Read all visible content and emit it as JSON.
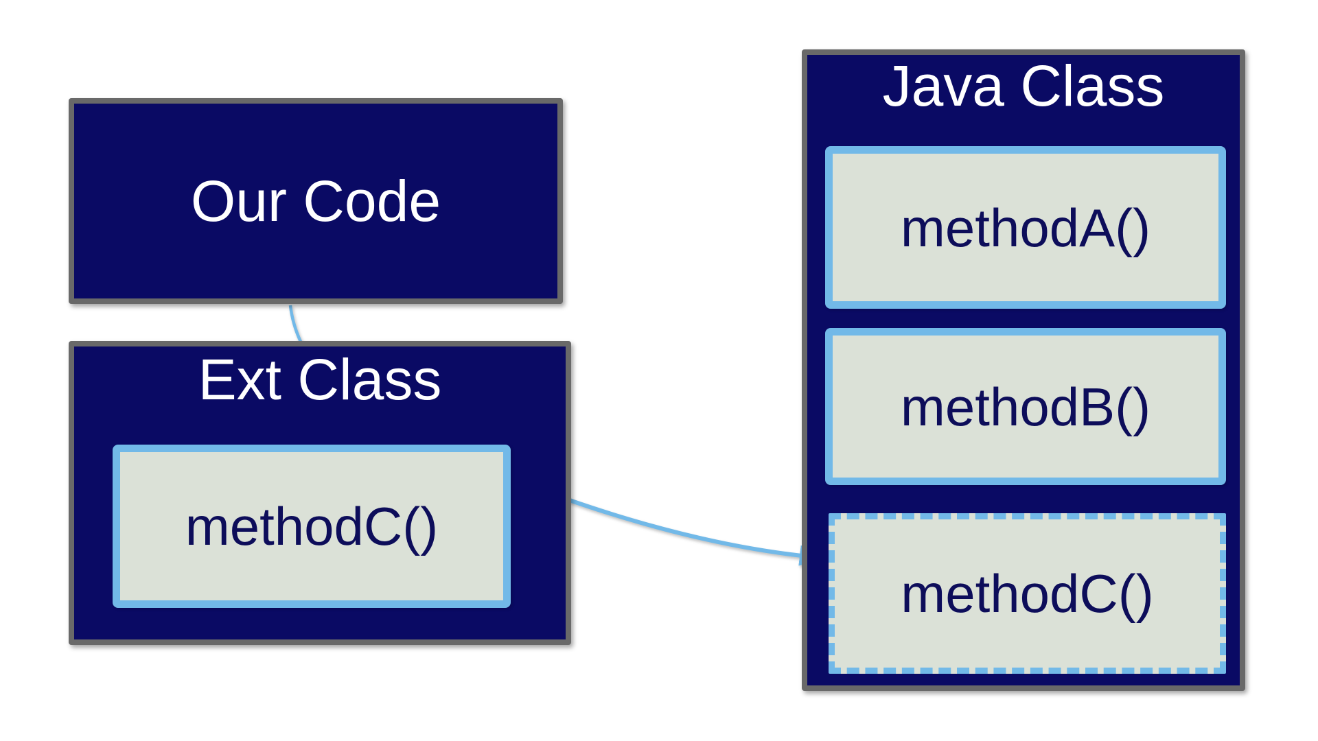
{
  "colors": {
    "navy": "#0a0a64",
    "border_gray": "#696969",
    "light_blue": "#72b9e8",
    "method_fill": "#dbe1d7",
    "method_text": "#0d0d5a",
    "title_text": "#ffffff",
    "background": "#ffffff"
  },
  "our_code": {
    "label": "Our Code"
  },
  "ext_class": {
    "title": "Ext Class",
    "method": {
      "label": "methodC()"
    }
  },
  "java_class": {
    "title": "Java Class",
    "methods": [
      {
        "label": "methodA()",
        "border_style": "solid"
      },
      {
        "label": "methodB()",
        "border_style": "solid"
      },
      {
        "label": "methodC()",
        "border_style": "dashed"
      }
    ]
  },
  "connectors": [
    {
      "name": "our-code-to-ext-class",
      "from": "Our Code",
      "to": "Ext Class",
      "arrowhead": false
    },
    {
      "name": "ext-methodc-to-java-methodc",
      "from": "Ext Class methodC()",
      "to": "Java Class methodC()",
      "arrowhead": true
    }
  ]
}
